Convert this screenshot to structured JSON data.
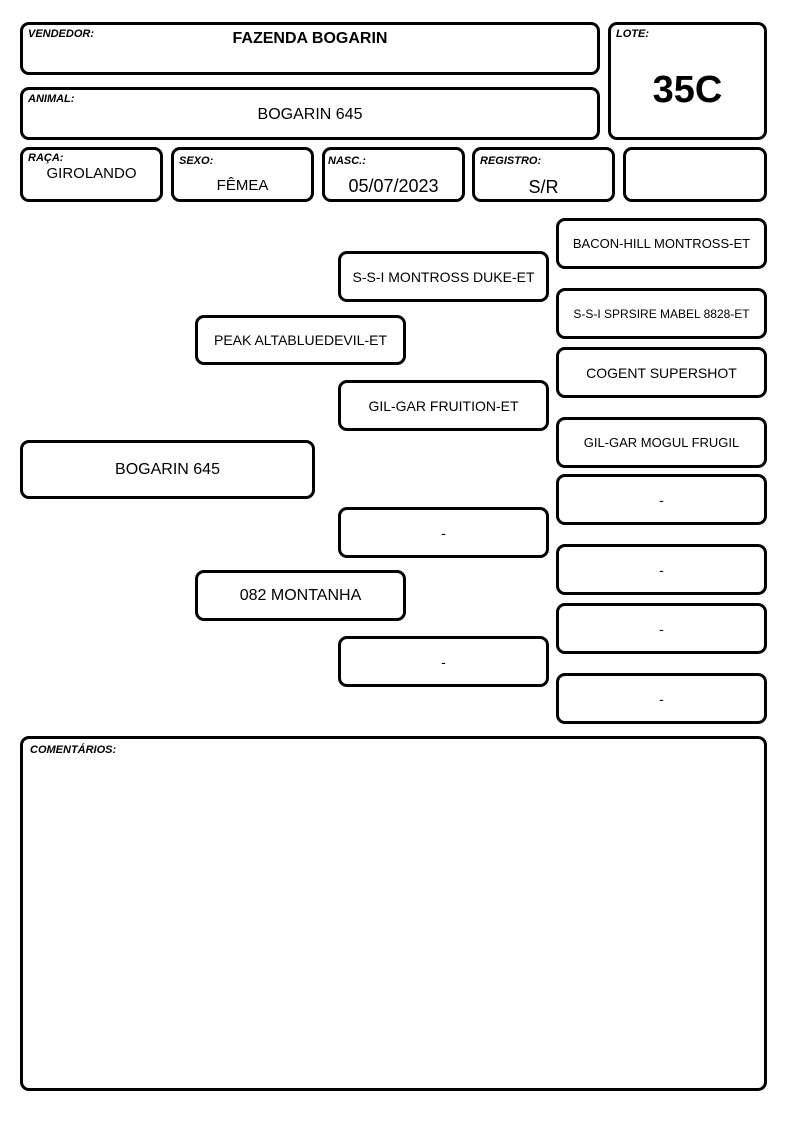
{
  "header": {
    "vendedor_label": "VENDEDOR:",
    "vendedor": "FAZENDA BOGARIN",
    "animal_label": "ANIMAL:",
    "animal": "BOGARIN 645",
    "lote_label": "LOTE:",
    "lote": "35C"
  },
  "info": {
    "raca_label": "RAÇA:",
    "raca": "GIROLANDO",
    "sexo_label": "SEXO:",
    "sexo": "FÊMEA",
    "nasc_label": "NASC.:",
    "nasc": "05/07/2023",
    "registro_label": "REGISTRO:",
    "registro": "S/R",
    "extra": ""
  },
  "pedigree": {
    "animal": "BOGARIN 645",
    "sire": "PEAK ALTABLUEDEVIL-ET",
    "dam": "082 MONTANHA",
    "sire_sire": "S-S-I MONTROSS DUKE-ET",
    "sire_dam": "GIL-GAR FRUITION-ET",
    "dam_sire": "-",
    "dam_dam": "-",
    "ss_sire": "BACON-HILL MONTROSS-ET",
    "ss_dam": "S-S-I SPRSIRE MABEL 8828-ET",
    "sd_sire": "COGENT SUPERSHOT",
    "sd_dam": "GIL-GAR MOGUL FRUGIL",
    "ds_sire": "-",
    "ds_dam": "-",
    "dd_sire": "-",
    "dd_dam": "-"
  },
  "comments": {
    "label": "COMENTÁRIOS:",
    "text": ""
  }
}
